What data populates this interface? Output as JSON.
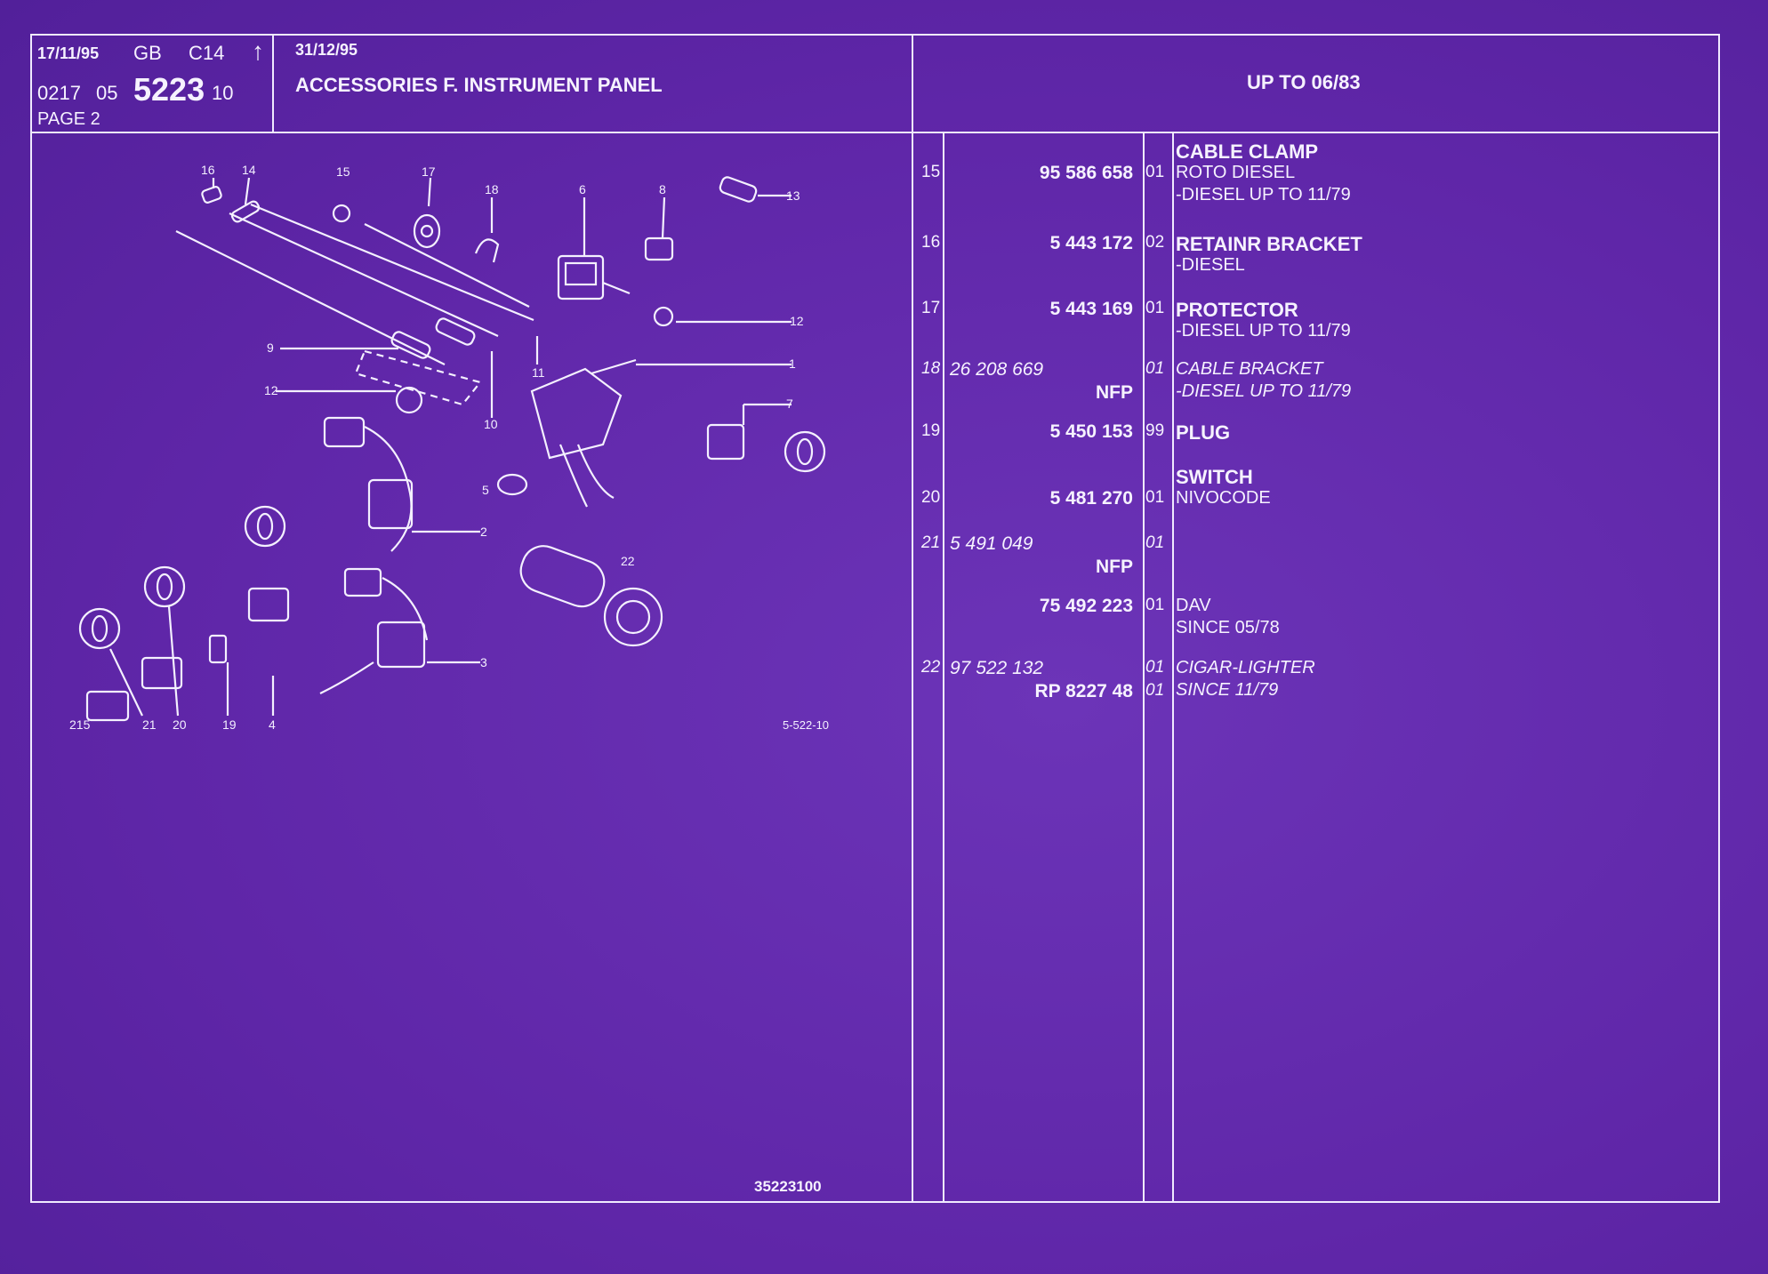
{
  "header": {
    "date_left": "17/11/95",
    "lang": "GB",
    "code": "C14",
    "arrow": "up-arrow-icon",
    "ref_prefix": "0217",
    "ref_sub": "05",
    "ref_main": "5223",
    "ref_suffix": "10",
    "page": "PAGE 2",
    "date_right": "31/12/95",
    "title": "ACCESSORIES F. INSTRUMENT PANEL",
    "validity": "UP TO 06/83"
  },
  "diagram": {
    "callouts": [
      "16",
      "14",
      "15",
      "17",
      "18",
      "6",
      "8",
      "13",
      "12",
      "9",
      "12",
      "10",
      "11",
      "1",
      "7",
      "5",
      "2",
      "22",
      "3",
      "215",
      "21",
      "20",
      "19",
      "4"
    ],
    "drawing_ref": "5-522-10",
    "sheet_number": "35223100"
  },
  "parts": [
    {
      "pos": "15",
      "part": "95 586 658",
      "qty": "01",
      "lines": [
        "CABLE CLAMP",
        "ROTO DIESEL",
        "-DIESEL UP TO 11/79"
      ]
    },
    {
      "pos": "16",
      "part": "5 443 172",
      "qty": "02",
      "lines": [
        "RETAINR BRACKET",
        "-DIESEL"
      ]
    },
    {
      "pos": "17",
      "part": "5 443 169",
      "qty": "01",
      "lines": [
        "PROTECTOR",
        "-DIESEL UP TO 11/79"
      ]
    },
    {
      "pos": "18",
      "part": "26 208 669",
      "part2": "NFP",
      "qty": "01",
      "lines": [
        "CABLE BRACKET",
        "-DIESEL UP TO 11/79"
      ]
    },
    {
      "pos": "19",
      "part": "5 450 153",
      "qty": "99",
      "lines": [
        "PLUG"
      ]
    },
    {
      "pos": "20",
      "part": "5 481 270",
      "qty": "01",
      "lines": [
        "SWITCH",
        "NIVOCODE"
      ]
    },
    {
      "pos": "21",
      "part": "5 491 049",
      "part2": "NFP",
      "qty": "01",
      "lines": []
    },
    {
      "pos": "",
      "part": "75 492 223",
      "qty": "01",
      "lines": [
        "DAV",
        "SINCE 05/78"
      ]
    },
    {
      "pos": "22",
      "part": "97 522 132",
      "part2": "RP 8227 48",
      "qty": "01",
      "qty2": "01",
      "lines": [
        "CIGAR-LIGHTER",
        "SINCE 11/79"
      ]
    }
  ],
  "colors": {
    "background": "#6a2fb0",
    "ink": "#f4f0ff"
  }
}
